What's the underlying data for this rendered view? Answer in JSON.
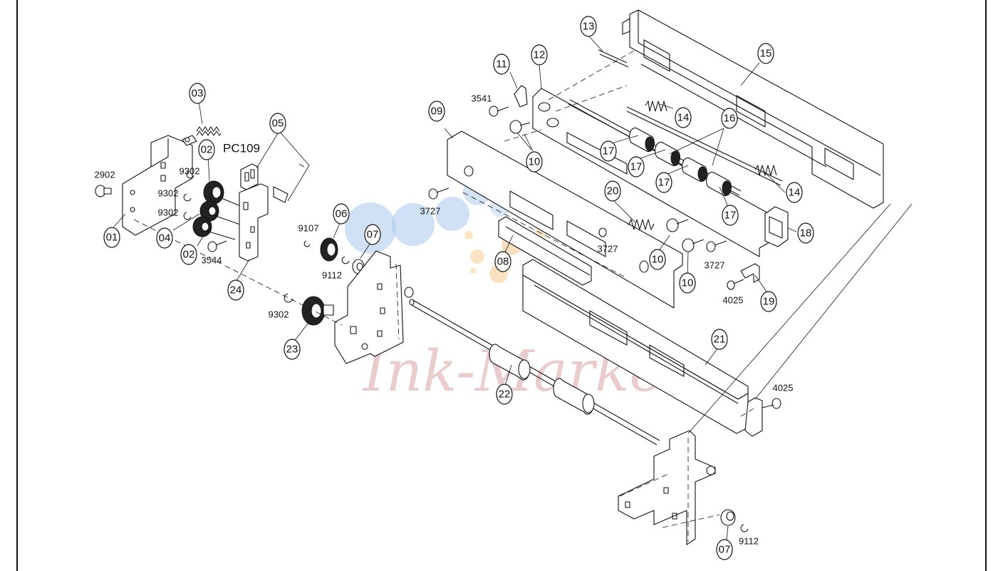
{
  "diagram": {
    "callouts": [
      {
        "id": "c01",
        "label": "01"
      },
      {
        "id": "c02a",
        "label": "02"
      },
      {
        "id": "c02b",
        "label": "02"
      },
      {
        "id": "c03",
        "label": "03"
      },
      {
        "id": "c04",
        "label": "04"
      },
      {
        "id": "c05",
        "label": "05"
      },
      {
        "id": "c06",
        "label": "06"
      },
      {
        "id": "c07a",
        "label": "07"
      },
      {
        "id": "c07b",
        "label": "07"
      },
      {
        "id": "c08",
        "label": "08"
      },
      {
        "id": "c09",
        "label": "09"
      },
      {
        "id": "c10a",
        "label": "10"
      },
      {
        "id": "c10b",
        "label": "10"
      },
      {
        "id": "c10c",
        "label": "10"
      },
      {
        "id": "c11",
        "label": "11"
      },
      {
        "id": "c12",
        "label": "12"
      },
      {
        "id": "c13",
        "label": "13"
      },
      {
        "id": "c14a",
        "label": "14"
      },
      {
        "id": "c14b",
        "label": "14"
      },
      {
        "id": "c15",
        "label": "15"
      },
      {
        "id": "c16",
        "label": "16"
      },
      {
        "id": "c17a",
        "label": "17"
      },
      {
        "id": "c17b",
        "label": "17"
      },
      {
        "id": "c17c",
        "label": "17"
      },
      {
        "id": "c17d",
        "label": "17"
      },
      {
        "id": "c18",
        "label": "18"
      },
      {
        "id": "c19",
        "label": "19"
      },
      {
        "id": "c20",
        "label": "20"
      },
      {
        "id": "c21",
        "label": "21"
      },
      {
        "id": "c22",
        "label": "22"
      },
      {
        "id": "c23",
        "label": "23"
      },
      {
        "id": "c24",
        "label": "24"
      }
    ],
    "codes": [
      {
        "id": "k2902",
        "label": "2902"
      },
      {
        "id": "k9302a",
        "label": "9302"
      },
      {
        "id": "k9302b",
        "label": "9302"
      },
      {
        "id": "k9302c",
        "label": "9302"
      },
      {
        "id": "k9302d",
        "label": "9302"
      },
      {
        "id": "k3544",
        "label": "3544"
      },
      {
        "id": "k9107",
        "label": "9107"
      },
      {
        "id": "k9112a",
        "label": "9112"
      },
      {
        "id": "k9112b",
        "label": "9112"
      },
      {
        "id": "k3541",
        "label": "3541"
      },
      {
        "id": "k3727a",
        "label": "3727"
      },
      {
        "id": "k3727b",
        "label": "3727"
      },
      {
        "id": "k3727c",
        "label": "3727"
      },
      {
        "id": "k4025a",
        "label": "4025"
      },
      {
        "id": "k4025b",
        "label": "4025"
      }
    ],
    "sensor_label": "PC109",
    "watermark_text": "Ink-Market",
    "colors": {
      "line": "#111111",
      "watermark_text": "#d9a4a4",
      "watermark_blue": "#aac8ee",
      "watermark_orange": "#f5c98a"
    }
  }
}
